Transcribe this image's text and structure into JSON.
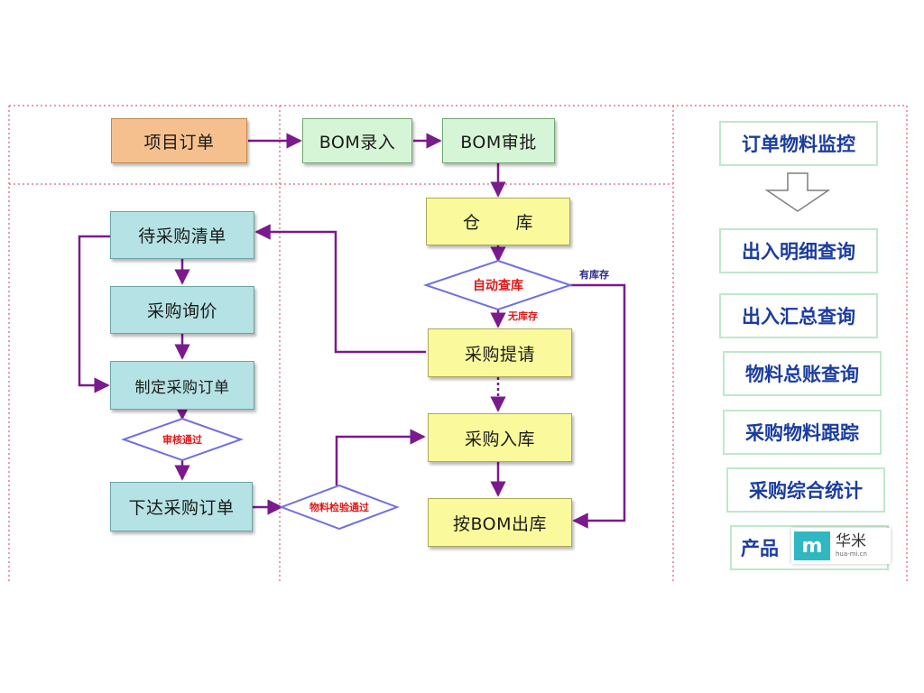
{
  "nodes": {
    "project_order": "项目订单",
    "bom_entry": "BOM录入",
    "bom_approval": "BOM审批",
    "warehouse": "仓　　库",
    "auto_check": "自动查库",
    "pending_purchase_list": "待采购清单",
    "purchase_inquiry": "采购询价",
    "purchase_request": "采购提请",
    "create_purchase_order": "制定采购订单",
    "approved": "审核通过",
    "purchase_inbound": "采购入库",
    "issue_purchase_order": "下达采购订单",
    "inspection_passed": "物料检验通过",
    "bom_outbound": "按BOM出库"
  },
  "edge_labels": {
    "in_stock": "有库存",
    "no_stock": "无库存"
  },
  "side_panel": {
    "header": "订单物料监控",
    "items": [
      "出入明细查询",
      "出入汇总查询",
      "物料总账查询",
      "采购物料跟踪",
      "采购综合统计",
      "产品"
    ]
  },
  "watermark": {
    "mark": "m",
    "name": "华米",
    "domain": "hua-mi.cn"
  },
  "colors": {
    "arrow": "#7a1a8c",
    "divider": "#e87888",
    "side_text": "#1b3da0",
    "decision_border": "#7070e0",
    "decision_text": "#e01818"
  }
}
